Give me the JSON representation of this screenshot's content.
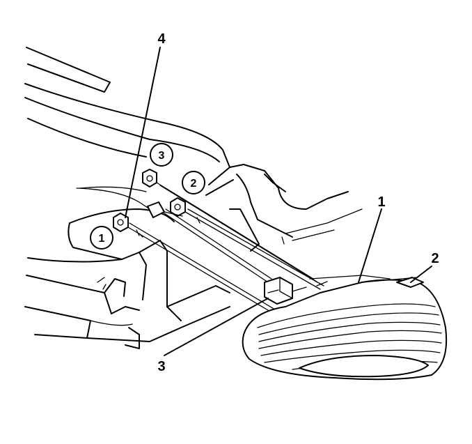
{
  "callouts": {
    "label_1_right": "1",
    "label_2_right": "2",
    "label_3_bottom": "3",
    "label_4_top": "4",
    "circled_1": "1",
    "circled_2": "2",
    "circled_3": "3"
  },
  "colors": {
    "line": "#000000",
    "background": "#ffffff"
  }
}
